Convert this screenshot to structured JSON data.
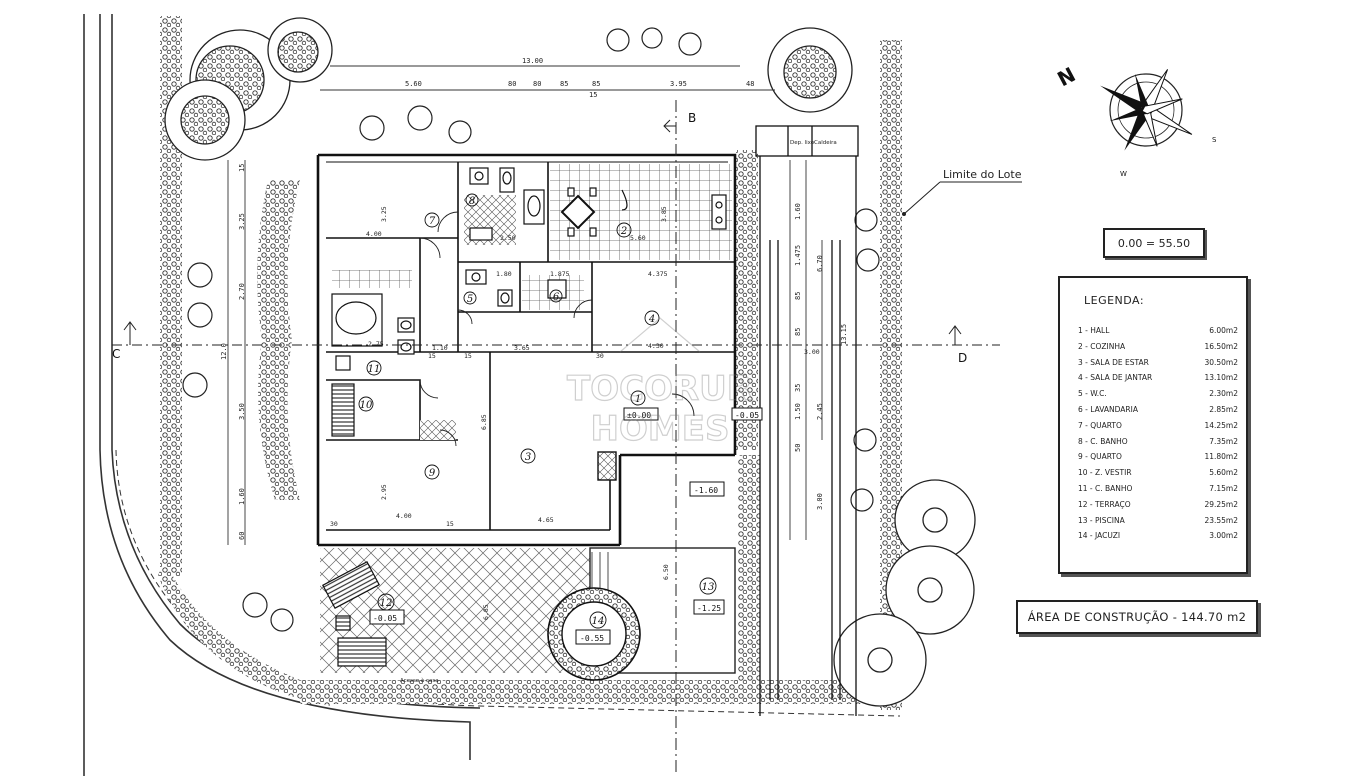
{
  "dimensions": {
    "overall_width": "13.00",
    "top_segments": [
      "5.60",
      "80",
      "80",
      "85",
      "85",
      "15",
      "3.95",
      "48"
    ],
    "left_segments": [
      "15",
      "3.25",
      "2.70",
      "3.50",
      "1.60",
      "60"
    ],
    "right_segments": [
      "1.60",
      "1.475",
      "85",
      "85",
      "35",
      "1.50",
      "50",
      "6.70",
      "13.15",
      "2.45",
      "3.00"
    ],
    "inner": {
      "quarto_7_w": "4.00",
      "quarto_7_h": "3.25",
      "bath_w": "2.50",
      "cozinha_w": "5.60",
      "cozinha_h": "3.85",
      "wc_w": "1.80",
      "lav_w": "1.875",
      "jantar_w": "4.375",
      "hall_w": "1.10",
      "sala_w": "3.65",
      "jantar_d": "4.30",
      "sala_h": "6.85",
      "quarto_9_w": "4.00",
      "quarto_9_h": "2.95",
      "sala_bottom_w": "4.65",
      "piscina_len": "6.50",
      "terraco_h": "6.85",
      "banho_h": "2.75",
      "total_v": "12.0",
      "col_30": "30",
      "col_15": "15",
      "spot_3_00": "3.00"
    }
  },
  "room_numbers": [
    "1",
    "2",
    "3",
    "4",
    "5",
    "6",
    "7",
    "8",
    "9",
    "10",
    "11",
    "12",
    "13",
    "14"
  ],
  "levels": [
    "±0.00",
    "-0.05",
    "-1.60",
    "-1.25",
    "-0.05",
    "-0.55"
  ],
  "section_marks": {
    "b": "B",
    "c": "C",
    "d": "D"
  },
  "annex_labels": [
    "Dep. lixo",
    "Caldeira"
  ],
  "access_label": "Acesso à casa",
  "compass": {
    "n": "N",
    "s": "S",
    "w": "W"
  },
  "lot_label": "Limite do Lote",
  "datum": "0.00 = 55.50",
  "legend": {
    "title": "LEGENDA:",
    "items": [
      {
        "label": "1 - HALL",
        "area": "6.00m2"
      },
      {
        "label": "2 - COZINHA",
        "area": "16.50m2"
      },
      {
        "label": "3 - SALA DE ESTAR",
        "area": "30.50m2"
      },
      {
        "label": "4 - SALA DE JANTAR",
        "area": "13.10m2"
      },
      {
        "label": "5 - W.C.",
        "area": "2.30m2"
      },
      {
        "label": "6 - LAVANDARIA",
        "area": "2.85m2"
      },
      {
        "label": "7 - QUARTO",
        "area": "14.25m2"
      },
      {
        "label": "8 - C. BANHO",
        "area": "7.35m2"
      },
      {
        "label": "9 - QUARTO",
        "area": "11.80m2"
      },
      {
        "label": "10 - Z. VESTIR",
        "area": "5.60m2"
      },
      {
        "label": "11 - C. BANHO",
        "area": "7.15m2"
      },
      {
        "label": "12 - TERRAÇO",
        "area": "29.25m2"
      },
      {
        "label": "13 - PISCINA",
        "area": "23.55m2"
      },
      {
        "label": "14 - JACUZI",
        "area": "3.00m2"
      }
    ]
  },
  "construction_area": "ÁREA DE CONSTRUÇÃO - 144.70 m2",
  "watermark": [
    "TOCORUR",
    "HOMES"
  ]
}
